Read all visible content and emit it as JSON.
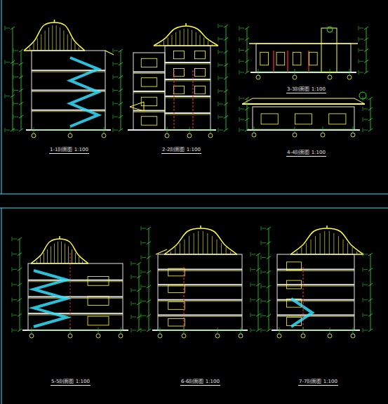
{
  "diagram": {
    "labels": [
      "1-1剖面图 1:100",
      "2-2剖面图 1:100",
      "3-3剖面图 1:100",
      "4-4剖面图 1:100",
      "5-5剖面图 1:100",
      "6-6剖面图 1:100",
      "7-7剖面图 1:100"
    ]
  }
}
